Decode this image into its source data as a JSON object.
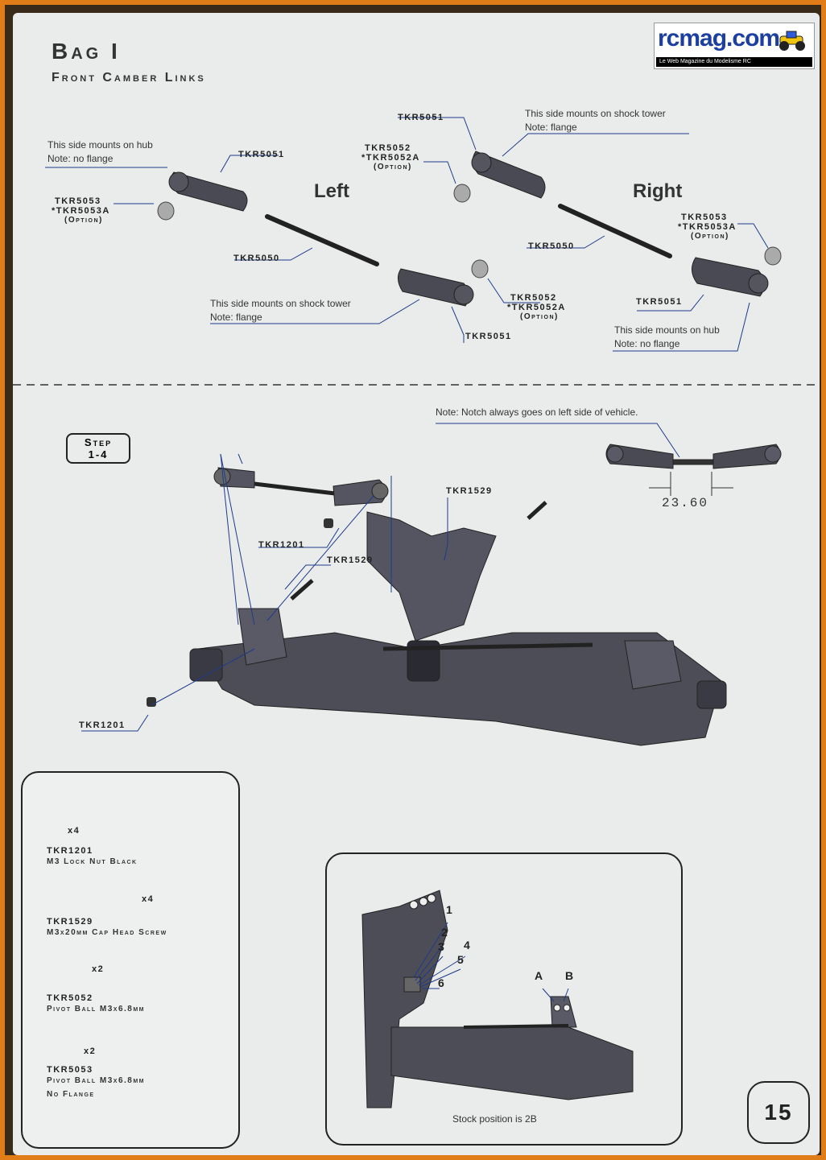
{
  "logo": {
    "text": "rcmag.com",
    "tagline": "Le Web Magazine du Modelisme RC"
  },
  "header": {
    "bag": "Bag I",
    "subtitle": "Front Camber Links"
  },
  "left": {
    "label": "Left",
    "hub_note_1": "This side mounts on hub",
    "hub_note_2": "Note: no flange",
    "tower_note_1": "This side mounts on shock tower",
    "tower_note_2": "Note: flange",
    "part_5051_a": "TKR5051",
    "part_5053": "TKR5053",
    "part_5053a": "*TKR5053A",
    "option_a": "(Option)",
    "part_5050": "TKR5050",
    "part_5052": "TKR5052",
    "part_5052a": "*TKR5052A",
    "option_b": "(Option)",
    "part_5051_b": "TKR5051"
  },
  "right": {
    "label": "Right",
    "tower_note_1": "This side mounts on shock tower",
    "tower_note_2": "Note: flange",
    "hub_note_1": "This side mounts on hub",
    "hub_note_2": "Note: no flange",
    "part_5051_a": "TKR5051",
    "part_5052": "TKR5052",
    "part_5052a": "*TKR5052A",
    "option_a": "(Option)",
    "part_5050": "TKR5050",
    "part_5053": "TKR5053",
    "part_5053a": "*TKR5053A",
    "option_b": "(Option)",
    "part_5051_b": "TKR5051"
  },
  "step": {
    "label_1": "Step",
    "label_2": "1-4"
  },
  "notch_note": "Note: Notch always goes on left side of vehicle.",
  "dimension": "23.60",
  "assembly_parts": {
    "p1201_a": "TKR1201",
    "p1529_a": "TKR1529",
    "p1529_b": "TKR1529",
    "p1201_b": "TKR1201"
  },
  "hardware": [
    {
      "qty": "x4",
      "part": "TKR1201",
      "desc": "M3 Lock Nut Black",
      "desc2": ""
    },
    {
      "qty": "x4",
      "part": "TKR1529",
      "desc": "M3x20mm Cap Head Screw",
      "desc2": ""
    },
    {
      "qty": "x2",
      "part": "TKR5052",
      "desc": "Pivot Ball M3x6.8mm",
      "desc2": ""
    },
    {
      "qty": "x2",
      "part": "TKR5053",
      "desc": "Pivot Ball M3x6.8mm",
      "desc2": "No Flange"
    }
  ],
  "detail": {
    "positions": [
      "1",
      "2",
      "3",
      "4",
      "5",
      "6"
    ],
    "pos_a": "A",
    "pos_b": "B",
    "caption": "Stock position is 2B"
  },
  "page_number": "15"
}
